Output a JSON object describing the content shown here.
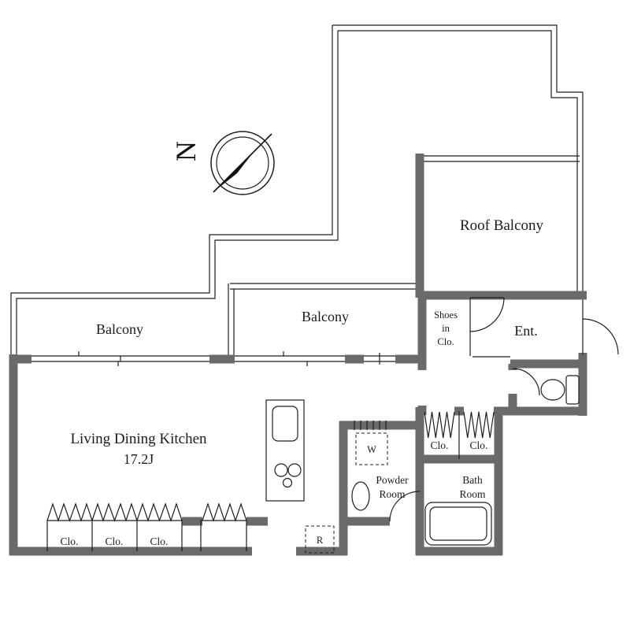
{
  "title": "Floor plan",
  "colors": {
    "wall_gray": "#6a6a6a",
    "line_black": "#1f1f1f",
    "background": "#ffffff"
  },
  "compass": {
    "label": "N"
  },
  "rooms": {
    "roof_balcony": "Roof Balcony",
    "balcony_mid": "Balcony",
    "balcony_left": "Balcony",
    "shoes_line1": "Shoes",
    "shoes_line2": "in",
    "shoes_line3": "Clo.",
    "entrance": "Ent.",
    "ldk_line1": "Living Dining Kitchen",
    "ldk_line2": "17.2J",
    "powder_line1": "Powder",
    "powder_line2": "Room",
    "bath_line1": "Bath",
    "bath_line2": "Room",
    "closet1": "Clo.",
    "closet2": "Clo.",
    "closet3": "Clo.",
    "closet_right1": "Clo.",
    "closet_right2": "Clo.",
    "washer": "W",
    "fridge": "R"
  }
}
